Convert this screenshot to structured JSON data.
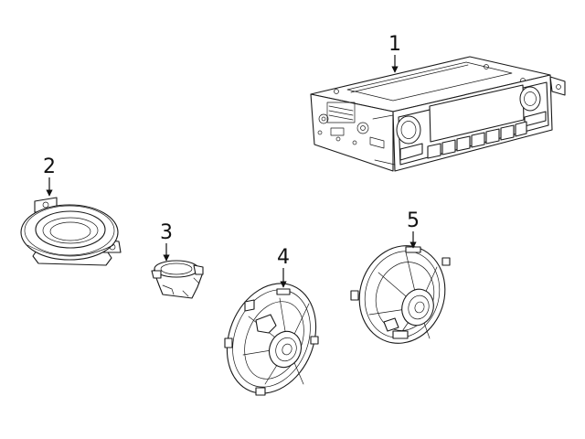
{
  "colors": {
    "line": "#1a1a1a",
    "background": "#ffffff"
  },
  "callouts": [
    {
      "number": "1",
      "part": "radio-head-unit"
    },
    {
      "number": "2",
      "part": "speaker-2"
    },
    {
      "number": "3",
      "part": "tweeter-3"
    },
    {
      "number": "4",
      "part": "speaker-4"
    },
    {
      "number": "5",
      "part": "speaker-5"
    }
  ]
}
